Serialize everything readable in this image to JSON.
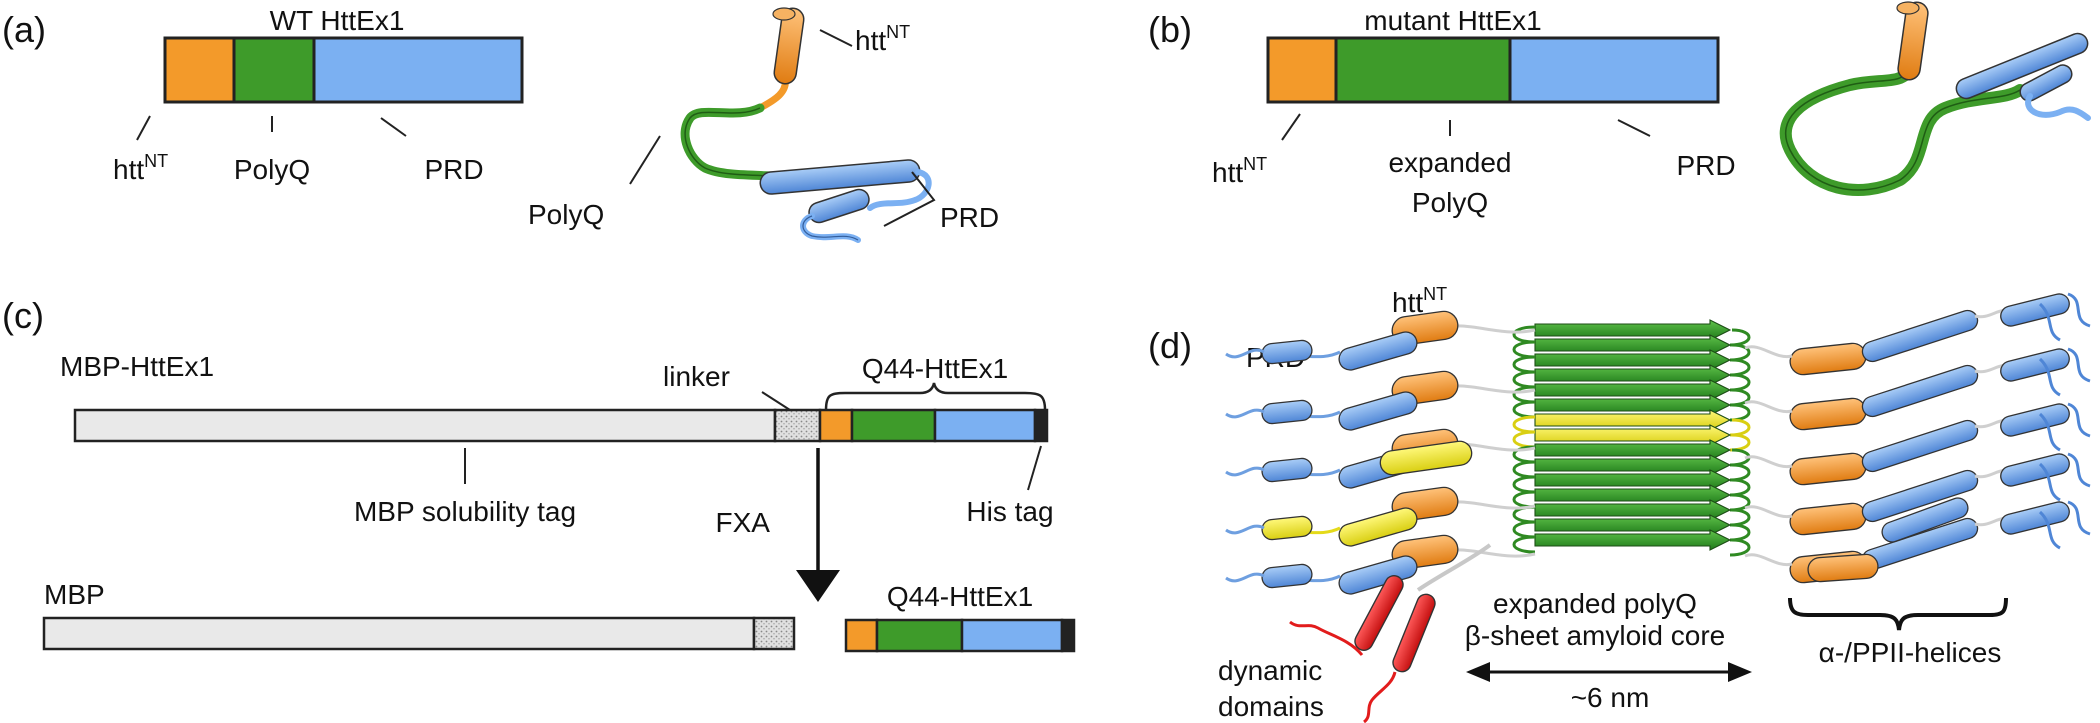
{
  "colors": {
    "htt_nt": "#f39a2a",
    "polyq": "#3e9b2a",
    "prd": "#7bb0f2",
    "mbp": "#e9e9e9",
    "his_tag": "#222222",
    "highlight": "#f5ee2a",
    "dynamic": "#e21c1c"
  },
  "panel_a": {
    "letter": "(a)",
    "title": "WT HttEx1",
    "label_httnt": "htt",
    "label_httnt_sup": "NT",
    "label_polyq": "PolyQ",
    "label_prd": "PRD",
    "cartoon_httnt": "htt",
    "cartoon_httnt_sup": "NT",
    "cartoon_polyq": "PolyQ",
    "cartoon_prd": "PRD"
  },
  "panel_b": {
    "letter": "(b)",
    "title": "mutant HttEx1",
    "label_httnt": "htt",
    "label_httnt_sup": "NT",
    "label_polyq_line1": "expanded",
    "label_polyq_line2": "PolyQ",
    "label_prd": "PRD"
  },
  "panel_c": {
    "letter": "(c)",
    "construct_label": "MBP-HttEx1",
    "linker_label": "linker",
    "q44_label": "Q44-HttEx1",
    "mbp_tag_label": "MBP solubility tag",
    "his_tag_label": "His tag",
    "protease_label": "FXA",
    "mbp_label": "MBP",
    "q44_product_label": "Q44-HttEx1"
  },
  "panel_d": {
    "letter": "(d)",
    "httnt_label": "htt",
    "httnt_sup": "NT",
    "prd_label": "PRD",
    "dynamic_line1": "dynamic",
    "dynamic_line2": "domains",
    "core_line1": "expanded polyQ",
    "core_line2": "β-sheet amyloid core",
    "width_label": "~6 nm",
    "helices_label": "α-/PPII-helices"
  }
}
